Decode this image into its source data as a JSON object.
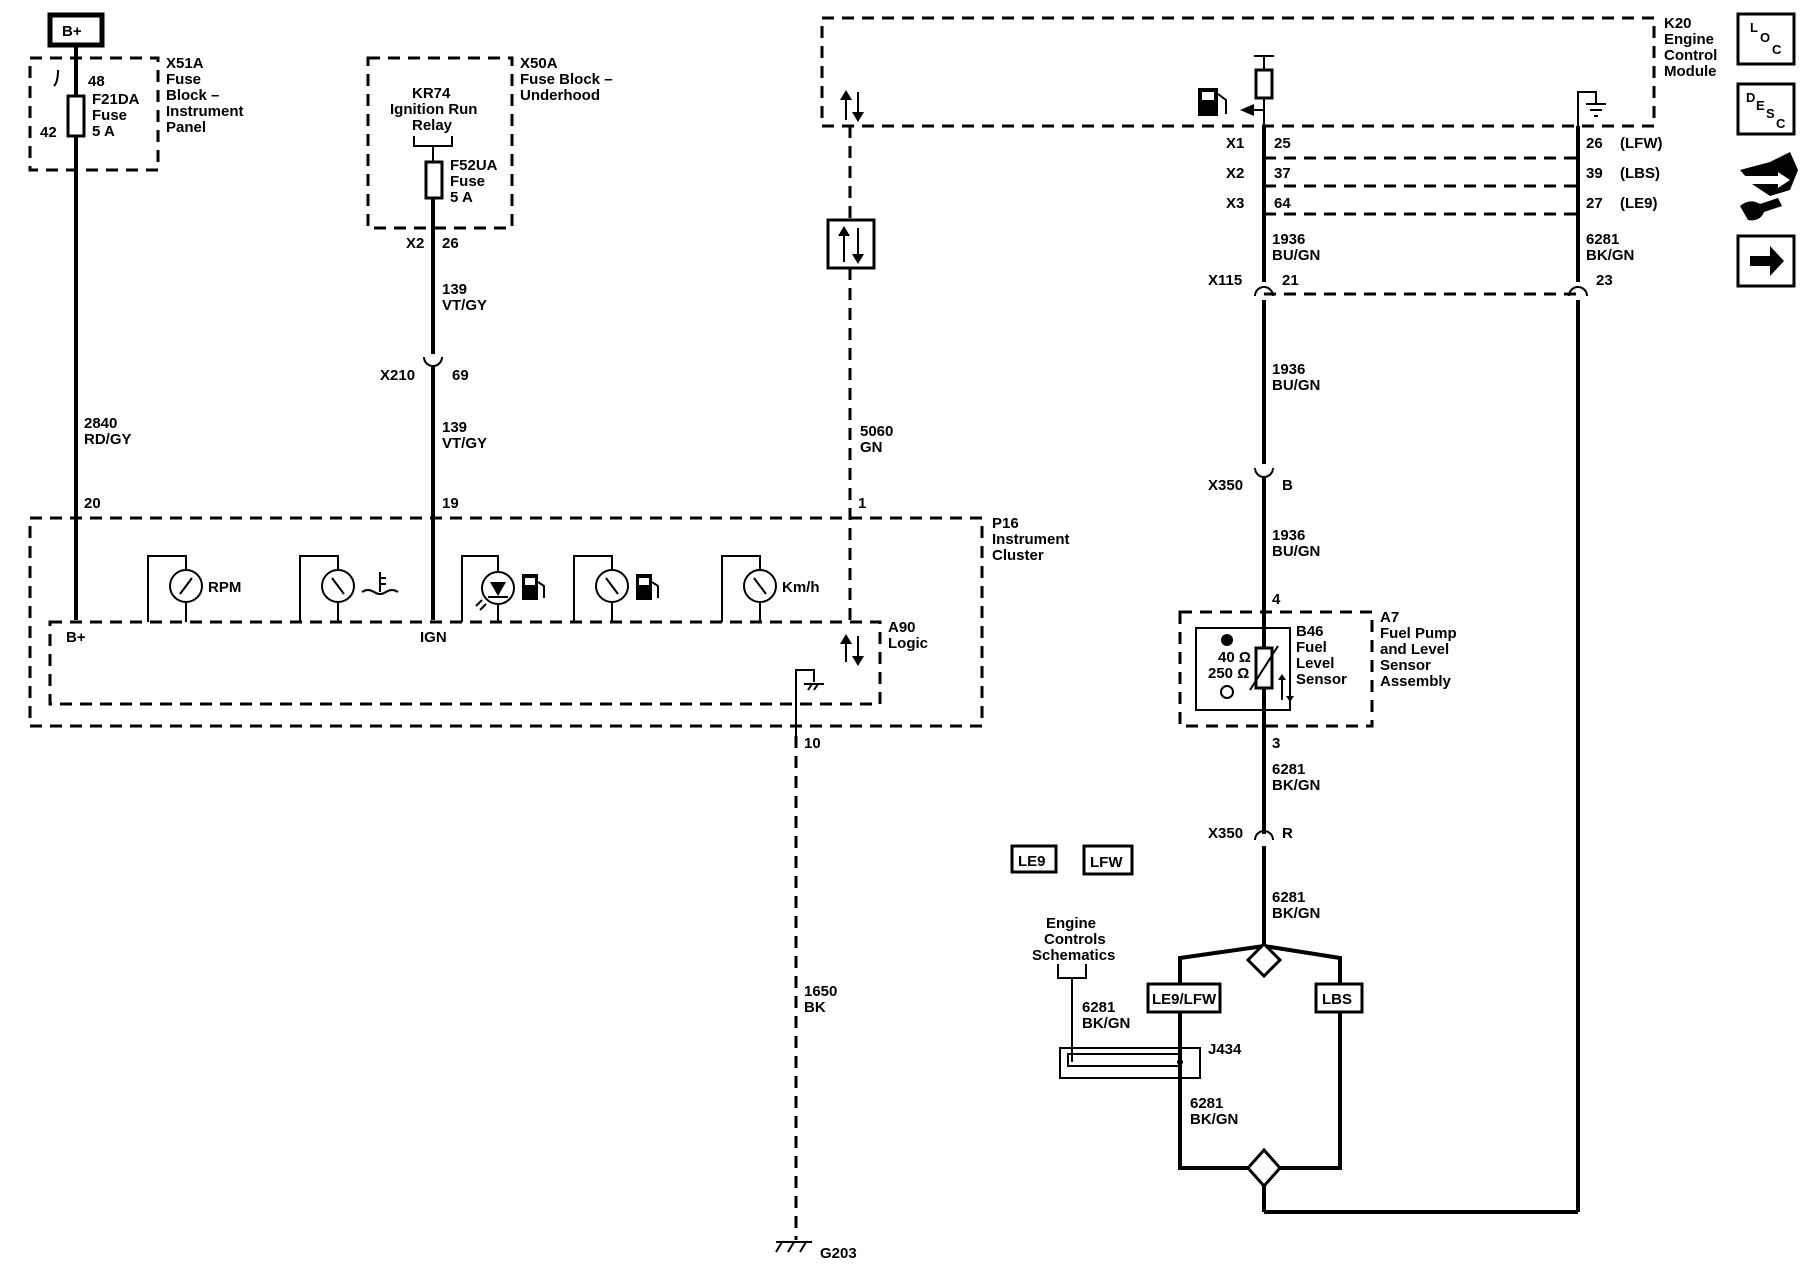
{
  "power": {
    "bplus_label": "B+"
  },
  "fuse_block_ip": {
    "ref": "X51A",
    "name_lines": [
      "Fuse",
      "Block –",
      "Instrument",
      "Panel"
    ],
    "pin_in": "48",
    "pin_out": "42",
    "fuse_ref": "F21DA",
    "fuse_label": "Fuse",
    "fuse_rating": "5 A"
  },
  "fuse_block_uh": {
    "ref": "X50A",
    "name_lines": [
      "Fuse Block –",
      "Underhood"
    ],
    "relay_lines": [
      "KR74",
      "Ignition Run",
      "Relay"
    ],
    "fuse_ref": "F52UA",
    "fuse_label": "Fuse",
    "fuse_rating": "5 A",
    "connector": "X2",
    "pin": "26"
  },
  "ecm": {
    "ref": "K20",
    "name_lines": [
      "Engine",
      "Control",
      "Module"
    ],
    "rows": [
      {
        "conn": "X1",
        "left_pin": "25",
        "right_pin": "26",
        "option": "(LFW)"
      },
      {
        "conn": "X2",
        "left_pin": "37",
        "right_pin": "39",
        "option": "(LBS)"
      },
      {
        "conn": "X3",
        "left_pin": "64",
        "right_pin": "27",
        "option": "(LE9)"
      }
    ]
  },
  "wires": {
    "w2840": {
      "circuit": "2840",
      "color": "RD/GY"
    },
    "w139a": {
      "circuit": "139",
      "color": "VT/GY"
    },
    "w139b": {
      "circuit": "139",
      "color": "VT/GY"
    },
    "w5060": {
      "circuit": "5060",
      "color": "GN"
    },
    "w1650": {
      "circuit": "1650",
      "color": "BK"
    },
    "w1936a": {
      "circuit": "1936",
      "color": "BU/GN"
    },
    "w1936b": {
      "circuit": "1936",
      "color": "BU/GN"
    },
    "w1936c": {
      "circuit": "1936",
      "color": "BU/GN"
    },
    "w6281a": {
      "circuit": "6281",
      "color": "BK/GN"
    },
    "w6281b": {
      "circuit": "6281",
      "color": "BK/GN"
    },
    "w6281c": {
      "circuit": "6281",
      "color": "BK/GN"
    },
    "w6281d": {
      "circuit": "6281",
      "color": "BK/GN"
    },
    "w6281e": {
      "circuit": "6281",
      "color": "BK/GN"
    }
  },
  "connectors": {
    "x210": {
      "ref": "X210",
      "pin": "69"
    },
    "x115_left": {
      "ref": "X115",
      "pin": "21"
    },
    "x115_right": {
      "pin": "23"
    },
    "x350_b": {
      "ref": "X350",
      "pin": "B"
    },
    "x350_r": {
      "ref": "X350",
      "pin": "R"
    }
  },
  "cluster": {
    "ref": "P16",
    "name_lines": [
      "Instrument",
      "Cluster"
    ],
    "pin_bplus": "20",
    "pin_ign": "19",
    "pin_data": "1",
    "pin_ground": "10",
    "logic_ref": "A90",
    "logic_label": "Logic",
    "bplus_label": "B+",
    "ign_label": "IGN",
    "gauges": {
      "rpm": "RPM",
      "speed": "Km/h"
    }
  },
  "ground": {
    "ref": "G203"
  },
  "fuel_pump": {
    "ref": "A7",
    "name_lines": [
      "Fuel Pump",
      "and Level",
      "Sensor",
      "Assembly"
    ],
    "sensor_ref": "B46",
    "sensor_lines": [
      "Fuel",
      "Level",
      "Sensor"
    ],
    "res_low": "40 Ω",
    "res_high": "250 Ω",
    "pin_top": "4",
    "pin_bottom": "3"
  },
  "options": {
    "le9": "LE9",
    "lfw": "LFW",
    "le9_lfw": "LE9/LFW",
    "lbs": "LBS"
  },
  "splice": {
    "ref": "J434",
    "note_lines": [
      "Engine",
      "Controls",
      "Schematics"
    ]
  },
  "nav": {
    "loc": [
      "L",
      "O",
      "C"
    ],
    "desc": [
      "D",
      "E",
      "S",
      "C"
    ]
  }
}
